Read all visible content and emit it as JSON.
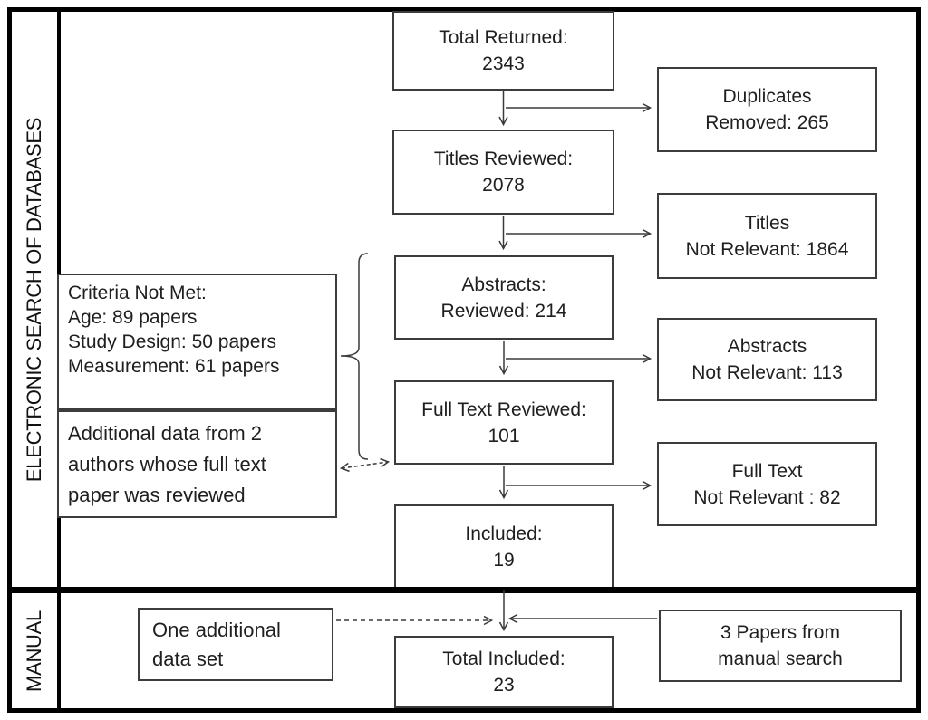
{
  "sections": {
    "electronic": {
      "label": "ELECTRONIC SEARCH OF DATABASES"
    },
    "manual": {
      "label": "MANUAL"
    }
  },
  "flow_boxes": {
    "total_returned": {
      "line1": "Total Returned:",
      "line2": "2343"
    },
    "titles_reviewed": {
      "line1": "Titles Reviewed:",
      "line2": "2078"
    },
    "abstracts_reviewed": {
      "line1": "Abstracts:",
      "line2": "Reviewed: 214"
    },
    "full_text_reviewed": {
      "line1": "Full Text Reviewed:",
      "line2": "101"
    },
    "included": {
      "line1": "Included:",
      "line2": "19"
    },
    "total_included": {
      "line1": "Total Included:",
      "line2": "23"
    }
  },
  "exclusion_boxes": {
    "duplicates_removed": {
      "line1": "Duplicates",
      "line2": "Removed: 265"
    },
    "titles_not_relevant": {
      "line1": "Titles",
      "line2": "Not Relevant: 1864"
    },
    "abstracts_not_relevant": {
      "line1": "Abstracts",
      "line2": "Not Relevant: 113"
    },
    "full_text_not_relevant": {
      "line1": "Full Text",
      "line2": "Not Relevant : 82"
    }
  },
  "side_notes": {
    "criteria_not_met": {
      "line1": "Criteria Not Met:",
      "line2": "Age: 89 papers",
      "line3": "Study Design: 50 papers",
      "line4": "Measurement: 61 papers"
    },
    "additional_authors": {
      "line1": "Additional data from 2",
      "line2": "authors whose full text",
      "line3": "paper was reviewed"
    },
    "one_additional": {
      "line1": "One additional",
      "line2": "data set"
    },
    "manual_papers": {
      "line1": "3 Papers from",
      "line2": "manual search"
    }
  },
  "colors": {
    "line": "#3a3a3a",
    "box_border": "#3c3c3c",
    "frame": "#000000",
    "text": "#1f1f1f",
    "background": "#ffffff"
  }
}
